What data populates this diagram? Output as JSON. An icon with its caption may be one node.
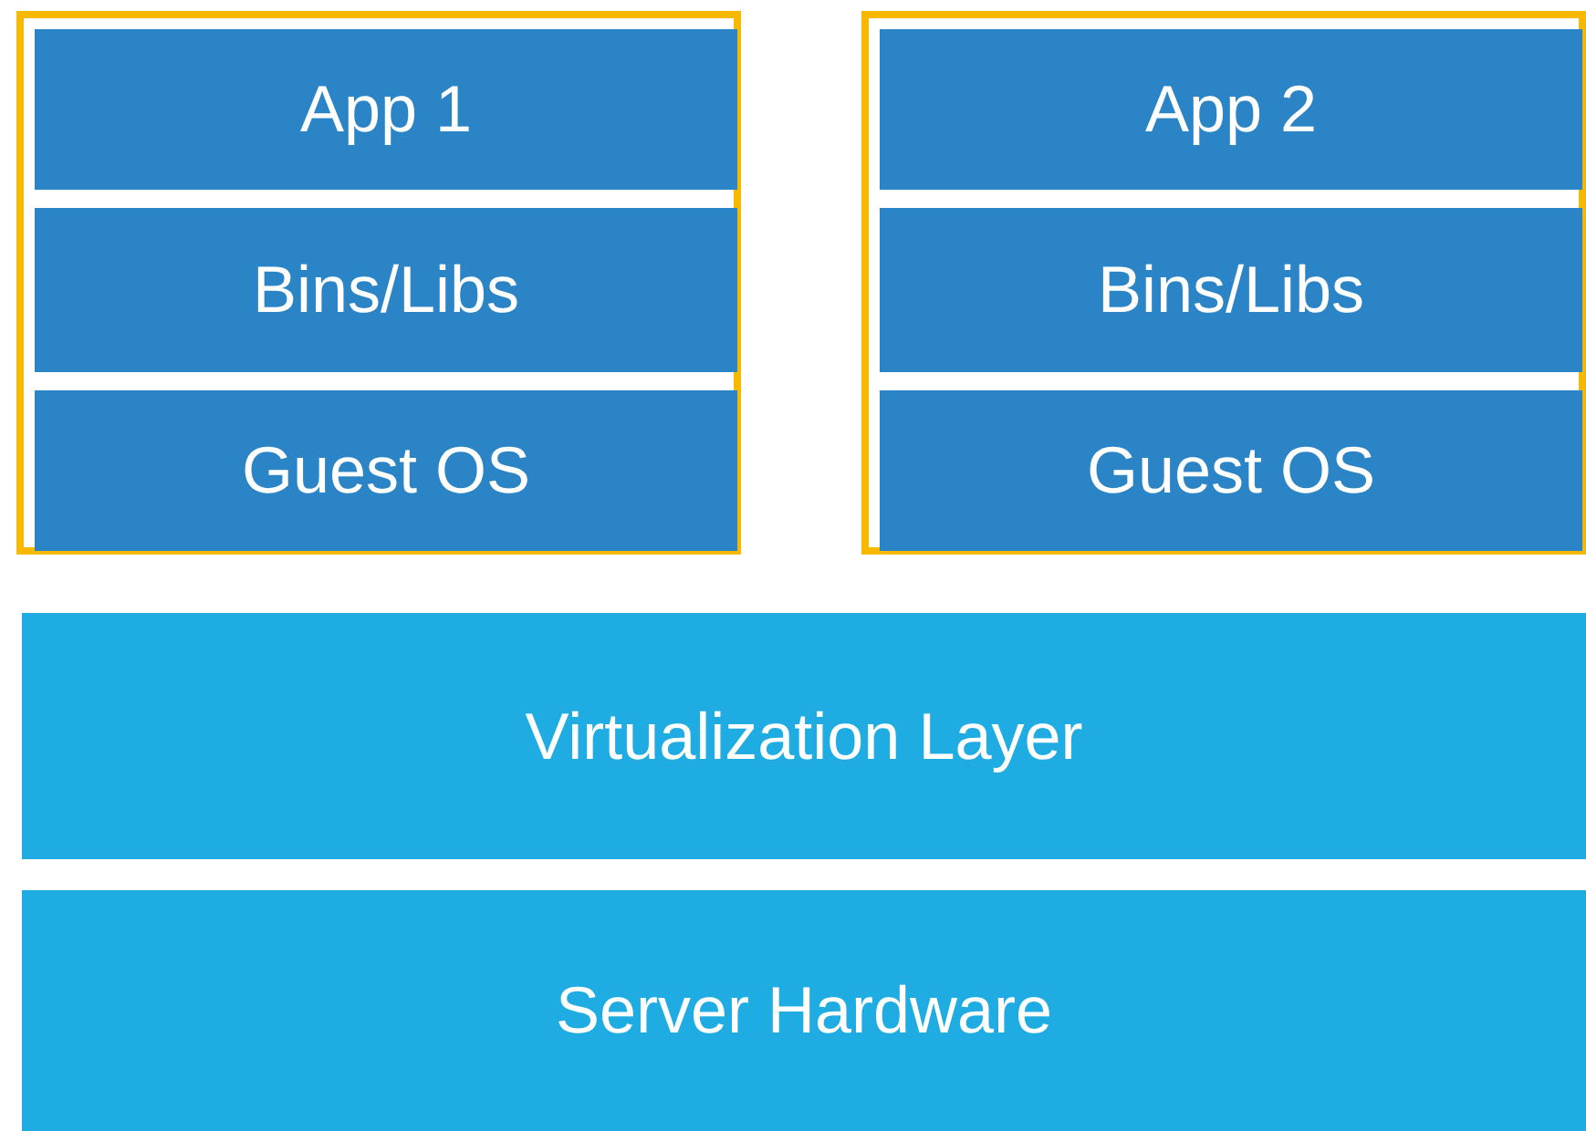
{
  "diagram": {
    "nodes": [
      {
        "text": [],
        "shape": "box"
      },
      {
        "text": [
          "App 1"
        ],
        "in": 0
      },
      {
        "text": [
          "Bins/Libs"
        ],
        "in": 0
      },
      {
        "text": [
          "Guest OS"
        ],
        "in": 0
      },
      {
        "text": [],
        "shape": "box"
      },
      {
        "text": [
          "App 2"
        ],
        "in": 4
      },
      {
        "text": [
          "Bins/Libs"
        ],
        "in": 4
      },
      {
        "text": [
          "Guest OS"
        ],
        "in": 4
      },
      {
        "text": [
          "Virtualization Layer"
        ]
      },
      {
        "text": [
          "Server Hardware"
        ]
      }
    ]
  }
}
